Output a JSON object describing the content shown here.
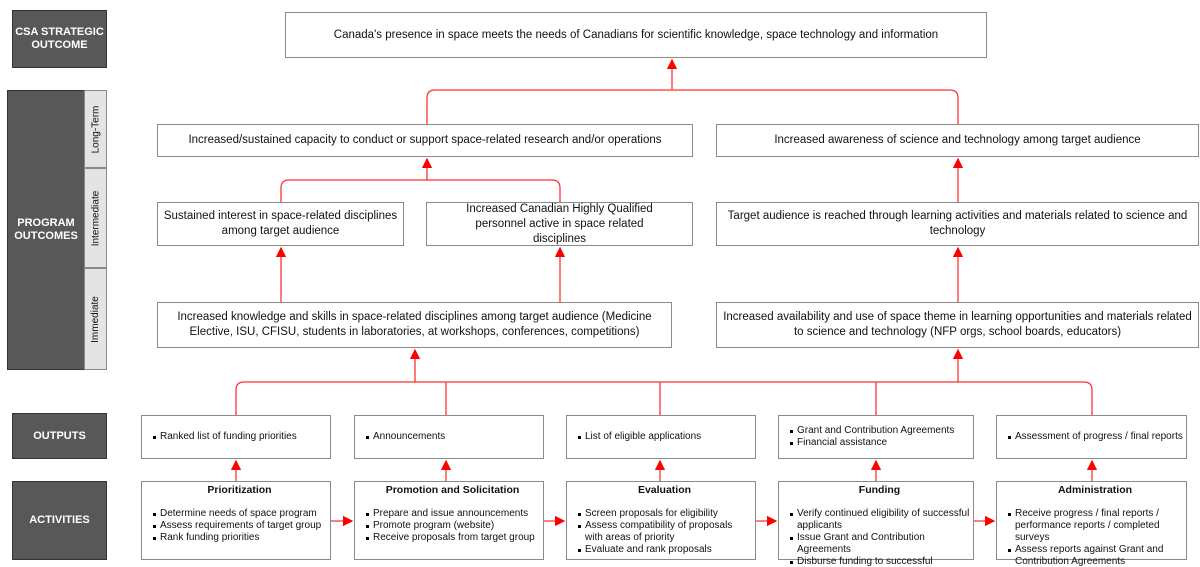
{
  "labels": {
    "strategic": "CSA STRATEGIC OUTCOME",
    "program": "PROGRAM OUTCOMES",
    "long_term": "Long-Term",
    "intermediate": "Intermediate",
    "immediate": "Immediate",
    "outputs": "OUTPUTS",
    "activities": "ACTIVITIES"
  },
  "strategic_outcome": "Canada's presence in space meets the needs of Canadians for scientific knowledge, space technology and information",
  "long_term": [
    "Increased/sustained capacity to conduct or support space-related research and/or operations",
    "Increased awareness of science and technology among target audience"
  ],
  "intermediate": [
    "Sustained interest in space-related disciplines among target audience",
    "Increased Canadian Highly Qualified personnel active in space related disciplines",
    "Target audience is reached through learning activities and materials related to science and technology"
  ],
  "immediate": [
    "Increased knowledge and skills in space-related disciplines among target audience (Medicine Elective, ISU, CFISU, students in laboratories, at workshops, conferences, competitions)",
    "Increased availability and use of space theme in learning opportunities and materials related to science and technology  (NFP orgs, school boards, educators)"
  ],
  "outputs": [
    [
      "Ranked list of funding priorities"
    ],
    [
      "Announcements"
    ],
    [
      "List of eligible applications"
    ],
    [
      "Grant and Contribution Agreements",
      "Financial assistance"
    ],
    [
      "Assessment of progress / final reports"
    ]
  ],
  "activities": [
    {
      "title": "Prioritization",
      "items": [
        "Determine needs of space program",
        "Assess requirements of target group",
        "Rank funding priorities"
      ]
    },
    {
      "title": "Promotion and Solicitation",
      "items": [
        "Prepare and issue announcements",
        "Promote program (website)",
        "Receive proposals from target group"
      ]
    },
    {
      "title": "Evaluation",
      "items": [
        "Screen proposals for eligibility",
        "Assess compatibility of proposals with areas of priority",
        "Evaluate and rank proposals"
      ]
    },
    {
      "title": "Funding",
      "items": [
        "Verify continued eligibility of successful applicants",
        "Issue Grant and Contribution Agreements",
        "Disburse funding to successful applicants"
      ]
    },
    {
      "title": "Administration",
      "items": [
        "Receive progress / final reports / performance reports / completed surveys",
        "Assess reports against Grant and Contribution Agreements"
      ]
    }
  ],
  "colors": {
    "connector": "#ff0000",
    "label_bg": "#585858"
  }
}
